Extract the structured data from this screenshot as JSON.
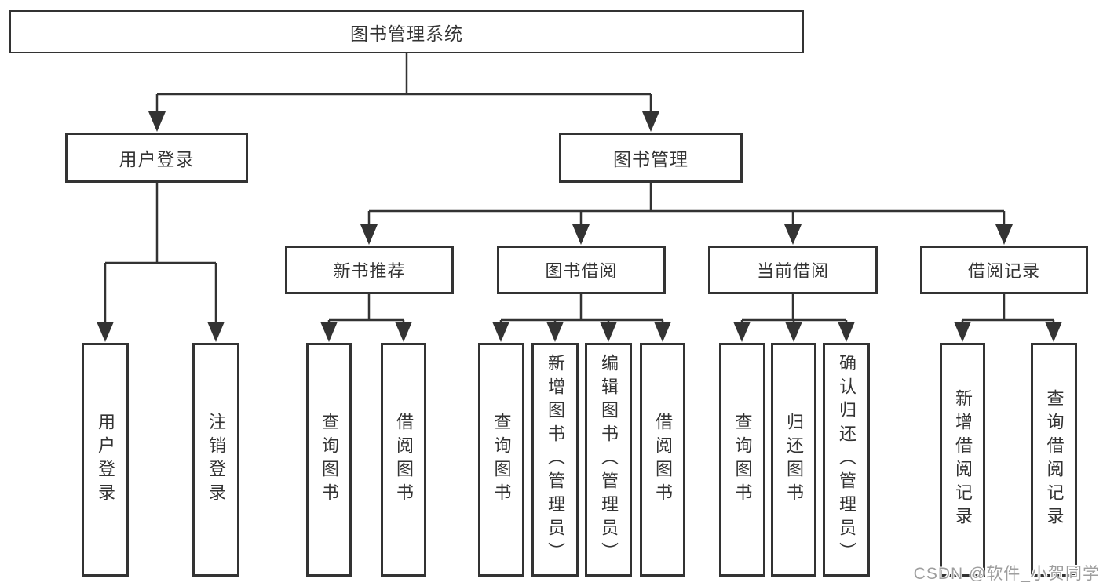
{
  "nodes": {
    "root": {
      "label": "图书管理系统"
    },
    "user_login": {
      "label": "用户登录"
    },
    "book_mgmt": {
      "label": "图书管理"
    },
    "new_book_rec": {
      "label": "新书推荐"
    },
    "book_borrow": {
      "label": "图书借阅"
    },
    "current_borrow": {
      "label": "当前借阅"
    },
    "borrow_records": {
      "label": "借阅记录"
    },
    "leaf_user_login": {
      "label": "用户登录"
    },
    "leaf_logout": {
      "label": "注销登录"
    },
    "leaf_query_book_newrec": {
      "label": "查询图书"
    },
    "leaf_borrow_book_newrec": {
      "label": "借阅图书"
    },
    "leaf_query_book_borrow": {
      "label": "查询图书"
    },
    "leaf_add_book": {
      "label": "新增图书（管理员）"
    },
    "leaf_edit_book": {
      "label": "编辑图书（管理员）"
    },
    "leaf_borrow_book_borrow": {
      "label": "借阅图书"
    },
    "leaf_query_book_current": {
      "label": "查询图书"
    },
    "leaf_return_book": {
      "label": "归还图书"
    },
    "leaf_confirm_return": {
      "label": "确认归还（管理员）"
    },
    "leaf_add_record": {
      "label": "新增借阅记录"
    },
    "leaf_query_record": {
      "label": "查询借阅记录"
    }
  },
  "hierarchy": {
    "图书管理系统": {
      "用户登录": [
        "用户登录",
        "注销登录"
      ],
      "图书管理": {
        "新书推荐": [
          "查询图书",
          "借阅图书"
        ],
        "图书借阅": [
          "查询图书",
          "新增图书（管理员）",
          "编辑图书（管理员）",
          "借阅图书"
        ],
        "当前借阅": [
          "查询图书",
          "归还图书",
          "确认归还（管理员）"
        ],
        "借阅记录": [
          "新增借阅记录",
          "查询借阅记录"
        ]
      }
    }
  },
  "watermark": {
    "text": "CSDN @软件_小贺同学"
  },
  "colors": {
    "line": "#333333",
    "box_border": "#333333",
    "box_fill": "#ffffff",
    "text": "#333333",
    "watermark": "#9e9e9e"
  }
}
